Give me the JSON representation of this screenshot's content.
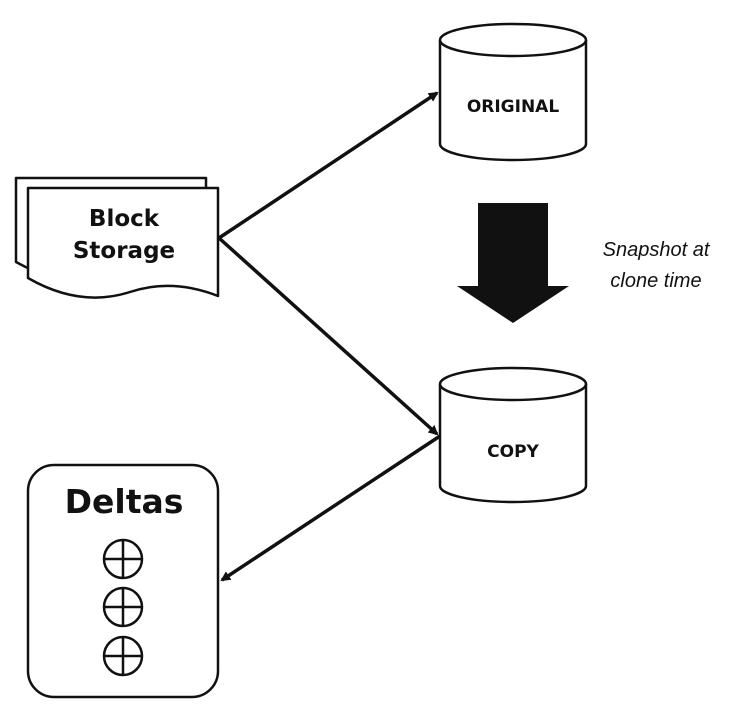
{
  "block_storage": {
    "line1": "Block",
    "line2": "Storage"
  },
  "original_db": {
    "label": "ORIGINAL"
  },
  "copy_db": {
    "label": "COPY"
  },
  "snapshot_note": {
    "line1": "Snapshot at",
    "line2": "clone time"
  },
  "deltas": {
    "title": "Deltas",
    "item_icons": [
      "plus-circle-icon",
      "plus-circle-icon",
      "plus-circle-icon"
    ]
  },
  "colors": {
    "stroke": "#111111",
    "background": "#ffffff"
  }
}
